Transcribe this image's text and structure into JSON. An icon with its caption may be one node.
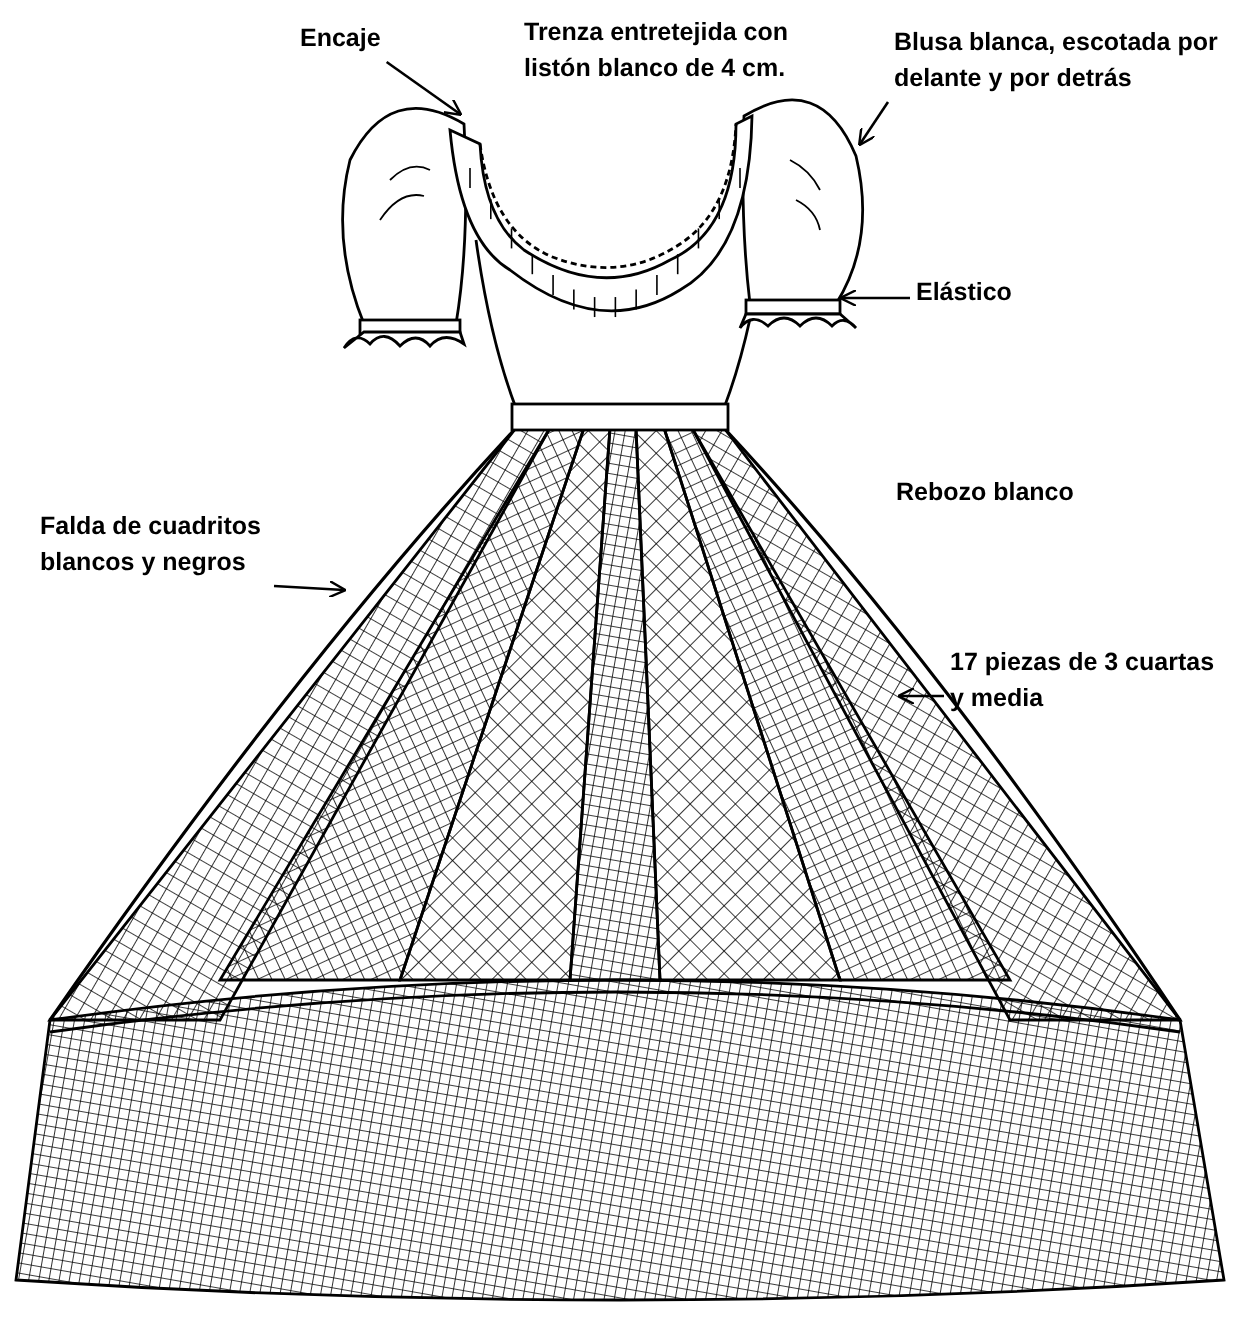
{
  "diagram": {
    "nodes": [
      {
        "text": [
          "Encaje"
        ]
      },
      {
        "text": [
          "Blusa blanca, escotada por delante y por detrás"
        ]
      },
      {
        "text": [
          "Elástico"
        ]
      },
      {
        "text": [
          "Falda de cuadritos blancos y negros"
        ]
      },
      {
        "text": [
          "17 piezas de 3 cuartas y media"
        ]
      }
    ],
    "edges": [
      {
        "from": 0,
        "to": null,
        "arrow": "to"
      },
      {
        "from": 1,
        "to": null,
        "arrow": "to"
      },
      {
        "from": 2,
        "to": null,
        "arrow": "to"
      },
      {
        "from": 3,
        "to": null,
        "arrow": "to"
      },
      {
        "from": 4,
        "to": null,
        "arrow": "to"
      }
    ],
    "labels": [
      "Trenza entretejida con listón blanco de 4 cm.",
      "Rebozo blanco"
    ]
  }
}
